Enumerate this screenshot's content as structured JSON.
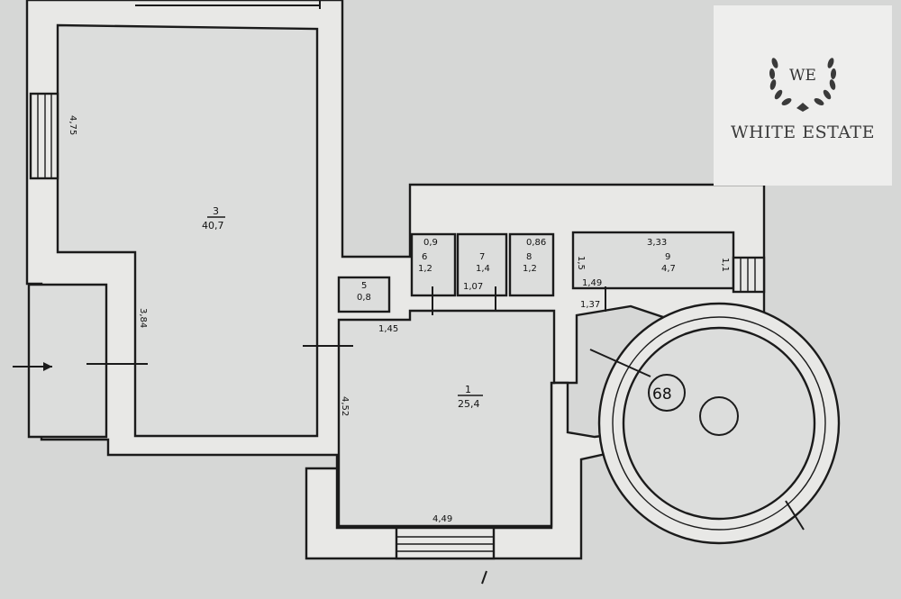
{
  "brand": {
    "initials": "WE",
    "name": "WHITE ESTATE",
    "color": "#3a3a3a"
  },
  "plan": {
    "label_colors": {
      "ink": "#111111",
      "wall_fill": "#e8e8e6",
      "paper": "#d6d7d6"
    },
    "rooms": [
      {
        "number": "3",
        "area": "40,7"
      },
      {
        "number": "1",
        "area": "25,4"
      },
      {
        "number": "5",
        "area": "0,8"
      },
      {
        "number": "6",
        "area": "1,2"
      },
      {
        "number": "7",
        "area": "1,4"
      },
      {
        "number": "8",
        "area": "1,2"
      },
      {
        "number": "9",
        "area": "4,7"
      }
    ],
    "dimensions": [
      "4,75",
      "3,84",
      "4,52",
      "4,49",
      "1,45",
      "1,07",
      "1,49",
      "1,37",
      "0,9",
      "0,86",
      "3,33",
      "1,5",
      "1,1"
    ],
    "circle_label": "68"
  }
}
